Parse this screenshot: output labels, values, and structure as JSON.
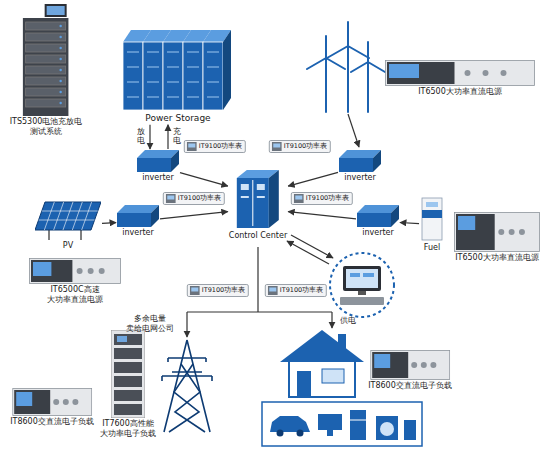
{
  "diagram": {
    "nodes": [
      {
        "text": [
          "ITS5300电池充放电 测试系统"
        ]
      },
      {
        "text": [
          "Power Storage"
        ]
      },
      {
        "text": [
          "inverter"
        ]
      },
      {
        "text": [
          "IT9100功率表"
        ]
      },
      {
        "text": [
          "IT9100功率表"
        ]
      },
      {
        "text": [
          "inverter"
        ]
      },
      {
        "text": [
          "IT6500大功率直流电源"
        ]
      },
      {
        "text": [
          "PV"
        ]
      },
      {
        "text": [
          "inverter"
        ]
      },
      {
        "text": [
          "IT9100功率表"
        ]
      },
      {
        "text": [
          "IT6500C高速 大功率直流电源"
        ]
      },
      {
        "text": [
          "Control Center"
        ]
      },
      {
        "text": [
          "IT9100功率表"
        ]
      },
      {
        "text": [
          "inverter"
        ]
      },
      {
        "text": [
          "Fuel"
        ]
      },
      {
        "text": [
          "IT6500大功率直流电源"
        ]
      },
      {
        "text": [
          "IT9100功率表"
        ]
      },
      {
        "text": [
          "IT9100功率表"
        ]
      },
      {
        "text": [
          "IT7600高性能 大功率电子负载"
        ]
      },
      {
        "text": [
          "IT8600交直流电子负载"
        ]
      },
      {
        "text": [
          "IT8600交直流电子负载"
        ]
      }
    ],
    "edges": [
      {
        "from": 1,
        "to": 2,
        "label": "放电",
        "arrow": "to"
      },
      {
        "from": 2,
        "to": 1,
        "label": "充电",
        "arrow": "to"
      },
      {
        "from": 2,
        "to": 11,
        "arrow": "to"
      },
      {
        "from": 5,
        "to": 11,
        "arrow": "to"
      },
      {
        "from": 7,
        "to": 8,
        "arrow": "to"
      },
      {
        "from": 8,
        "to": 11,
        "arrow": "to"
      },
      {
        "from": 14,
        "to": 13,
        "arrow": "to"
      },
      {
        "from": 13,
        "to": 11,
        "arrow": "to"
      }
    ],
    "labels": [
      "多余电量 卖给电网公司",
      "供电"
    ]
  }
}
